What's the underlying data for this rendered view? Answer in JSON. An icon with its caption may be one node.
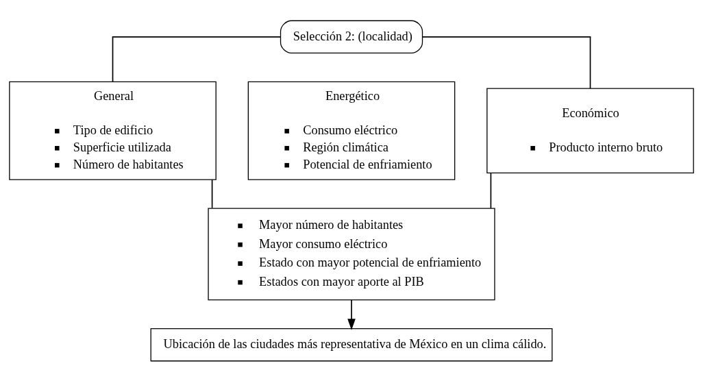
{
  "diagram": {
    "nodes": [
      {
        "text": [
          "Selección 2: (localidad)"
        ]
      },
      {
        "text": [
          "General",
          "Tipo de edificio",
          "Superficie utilizada",
          "Número de habitantes"
        ]
      },
      {
        "text": [
          "Energético",
          "Consumo eléctrico",
          "Región climática",
          "Potencial de enfriamiento"
        ]
      },
      {
        "text": [
          "Económico",
          "Producto interno bruto"
        ]
      },
      {
        "text": [
          "Mayor número de habitantes",
          "Mayor consumo eléctrico",
          "Estado con mayor potencial de enfriamiento",
          "Estados con mayor aporte al PIB"
        ]
      },
      {
        "text": [
          "Ubicación de las ciudades más representativa de México en un clima cálido."
        ]
      }
    ],
    "edges": [
      {
        "from": 0,
        "to": 1,
        "arrow": "none"
      },
      {
        "from": 0,
        "to": 3,
        "arrow": "none"
      },
      {
        "from": 1,
        "to": 4,
        "arrow": "none"
      },
      {
        "from": 3,
        "to": 4,
        "arrow": "none"
      },
      {
        "from": 4,
        "to": 5,
        "arrow": "to"
      }
    ]
  }
}
